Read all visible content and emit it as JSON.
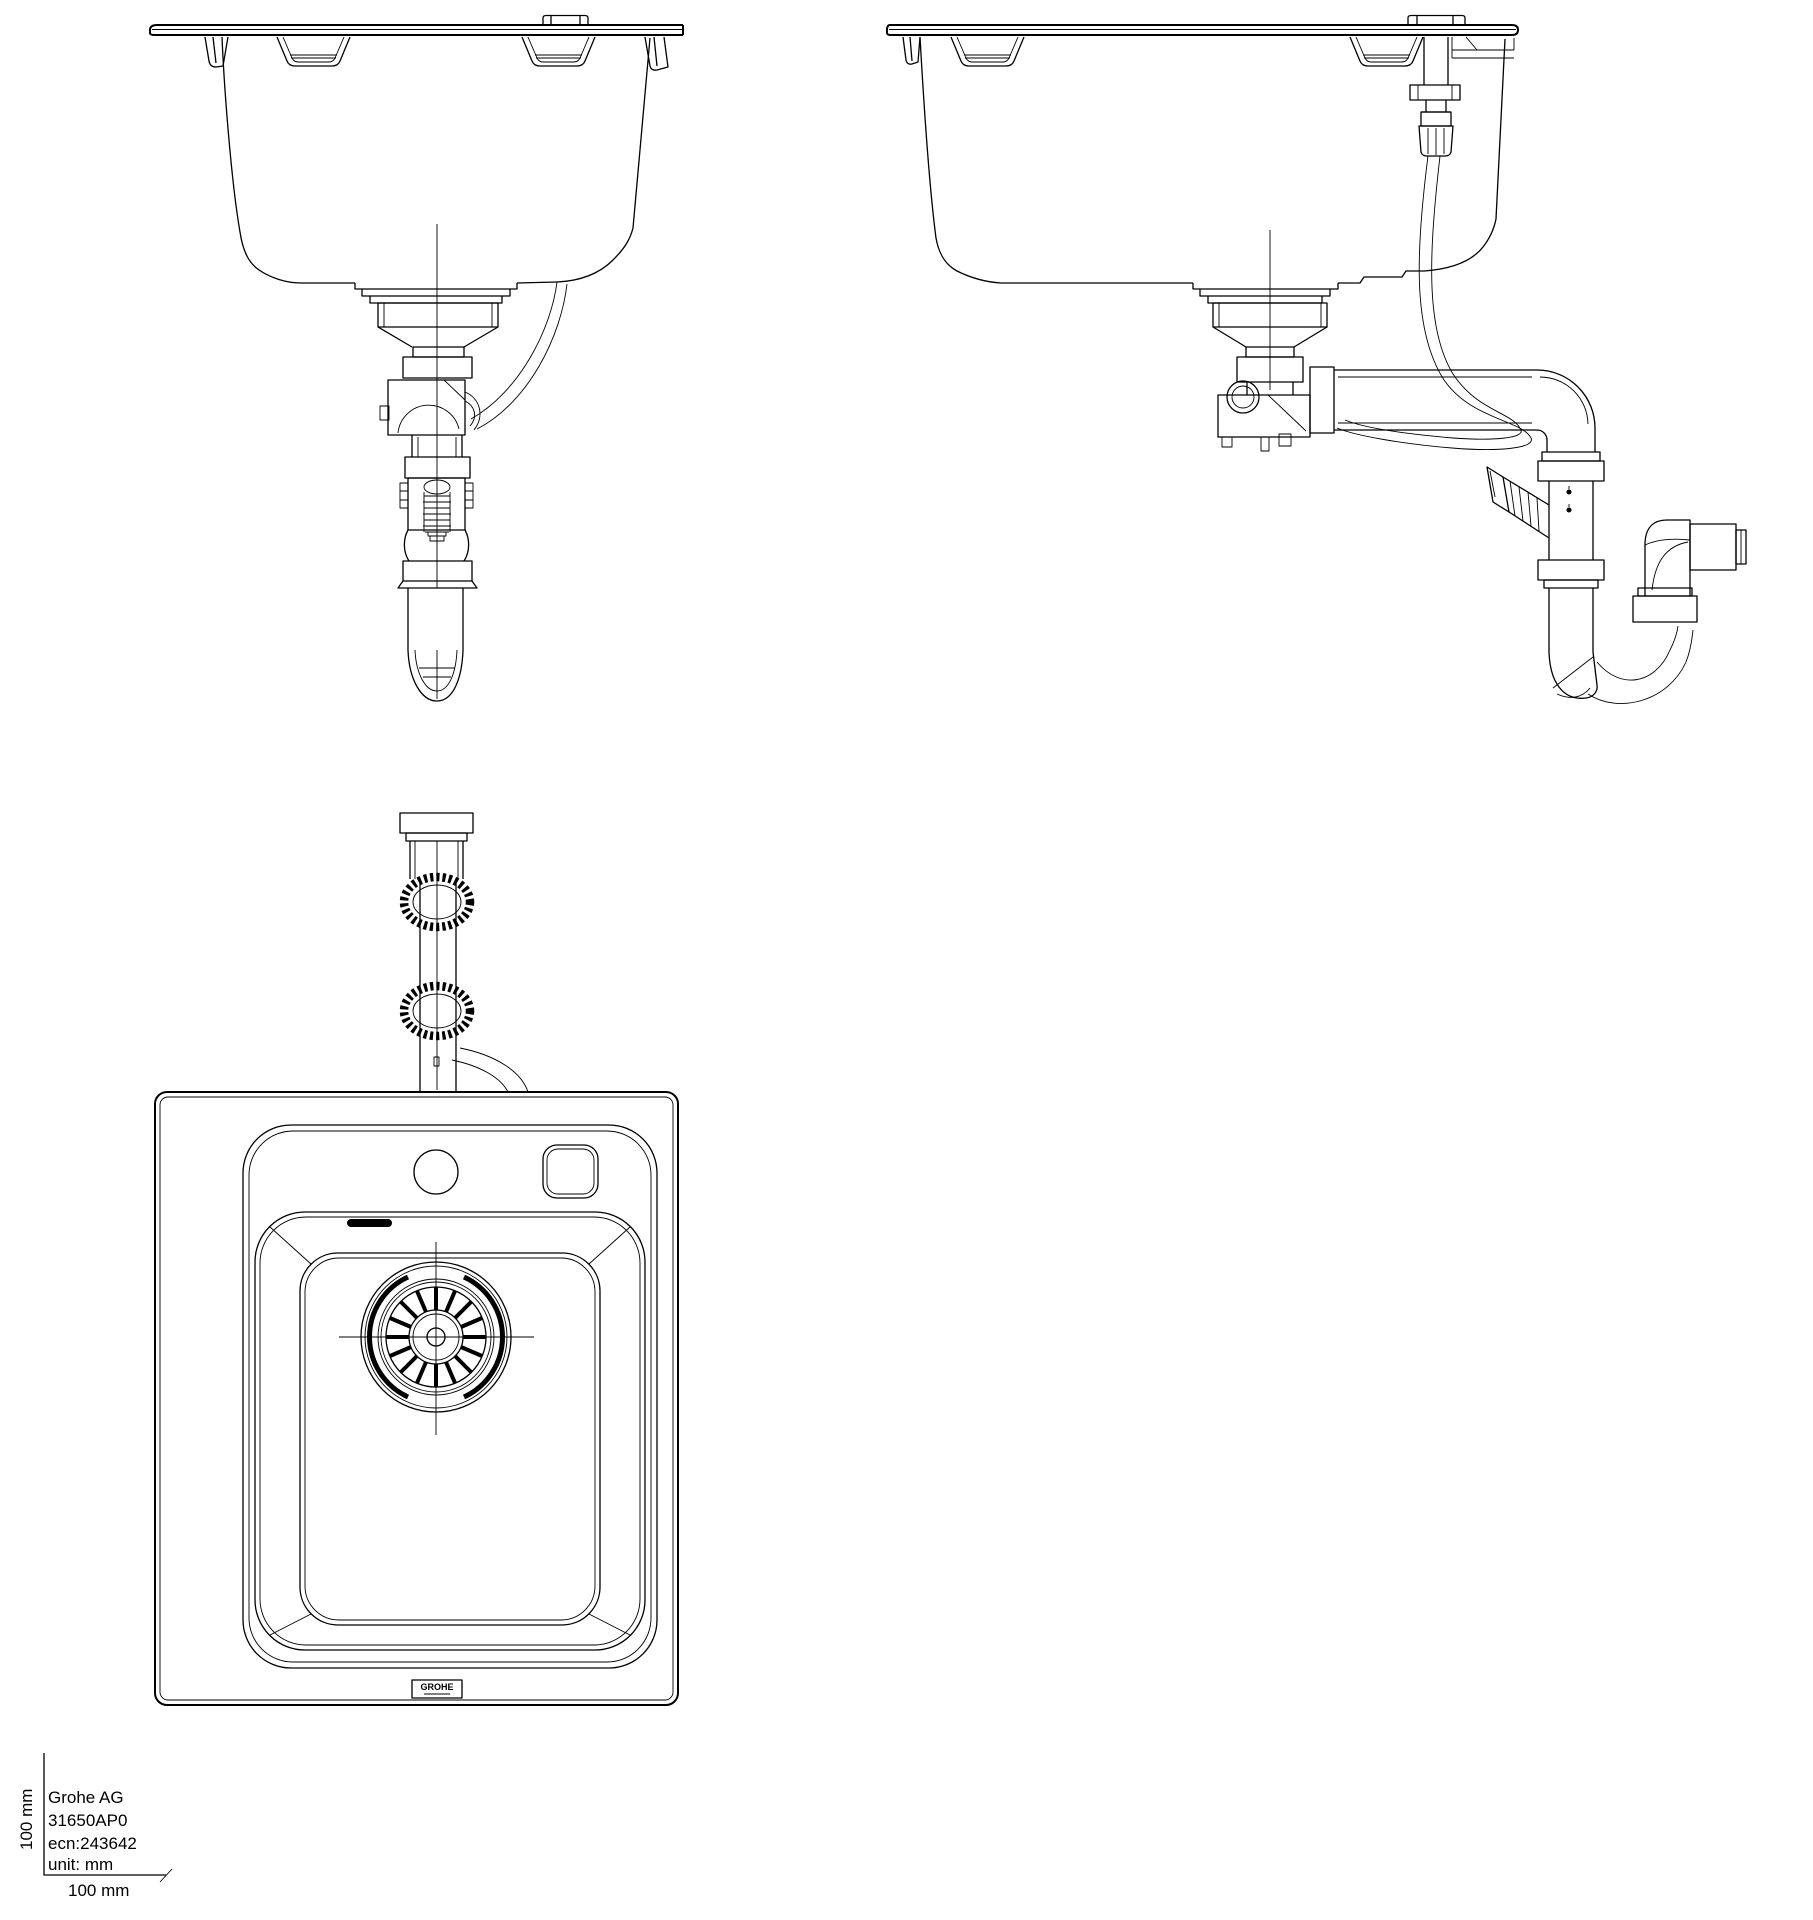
{
  "title_block": {
    "company": "Grohe AG",
    "part_number": "31650AP0",
    "ecn": "ecn:243642",
    "unit": "unit: mm",
    "scale_y_label": "100 mm",
    "scale_x_label": "100 mm"
  },
  "plan_view": {
    "logo_text": "GROHE"
  },
  "colors": {
    "line": "#000000",
    "background": "#ffffff"
  }
}
